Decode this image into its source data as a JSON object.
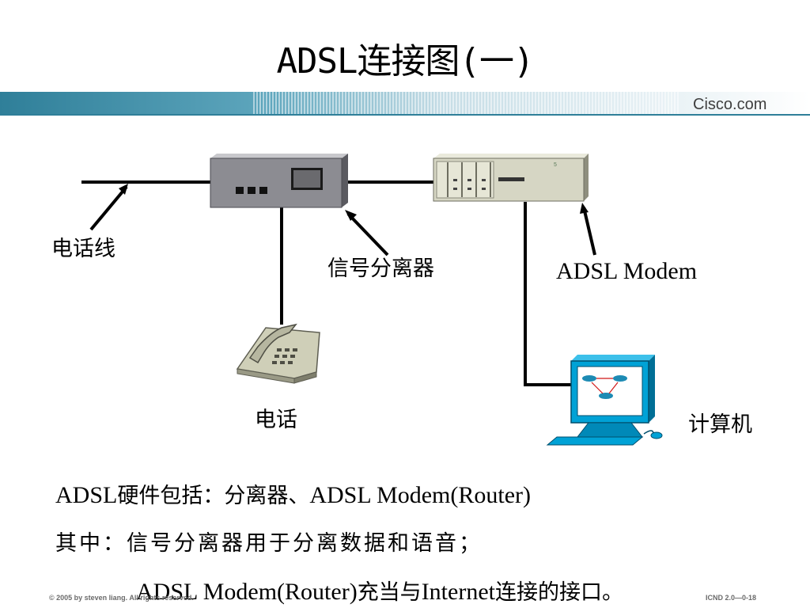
{
  "slide": {
    "title": "ADSL连接图(一)",
    "brand": "Cisco.com"
  },
  "diagram": {
    "labels": {
      "phone_line": "电话线",
      "splitter": "信号分离器",
      "modem": "ADSL Modem",
      "phone": "电话",
      "computer": "计算机"
    },
    "modem_led": "5"
  },
  "body_text": {
    "line1_en": "ADSL",
    "line1_zh": "硬件包括：分离器、",
    "line1_en2": "ADSL Modem(Router)",
    "line2": "其中：信号分离器用于分离数据和语音；",
    "line3_en": "ADSL Modem(Router)",
    "line3_zh": "充当与",
    "line3_en2": "Internet",
    "line3_zh2": "连接的接口。"
  },
  "footer": {
    "copyright": "© 2005 by steven liang. All rights reserved.",
    "code": "ICND 2.0—0-18"
  },
  "colors": {
    "header_bar": "#3a8ba6",
    "device_gray": "#8a8a90",
    "modem_beige": "#d4d4c0",
    "computer_blue": "#00a2d6"
  }
}
